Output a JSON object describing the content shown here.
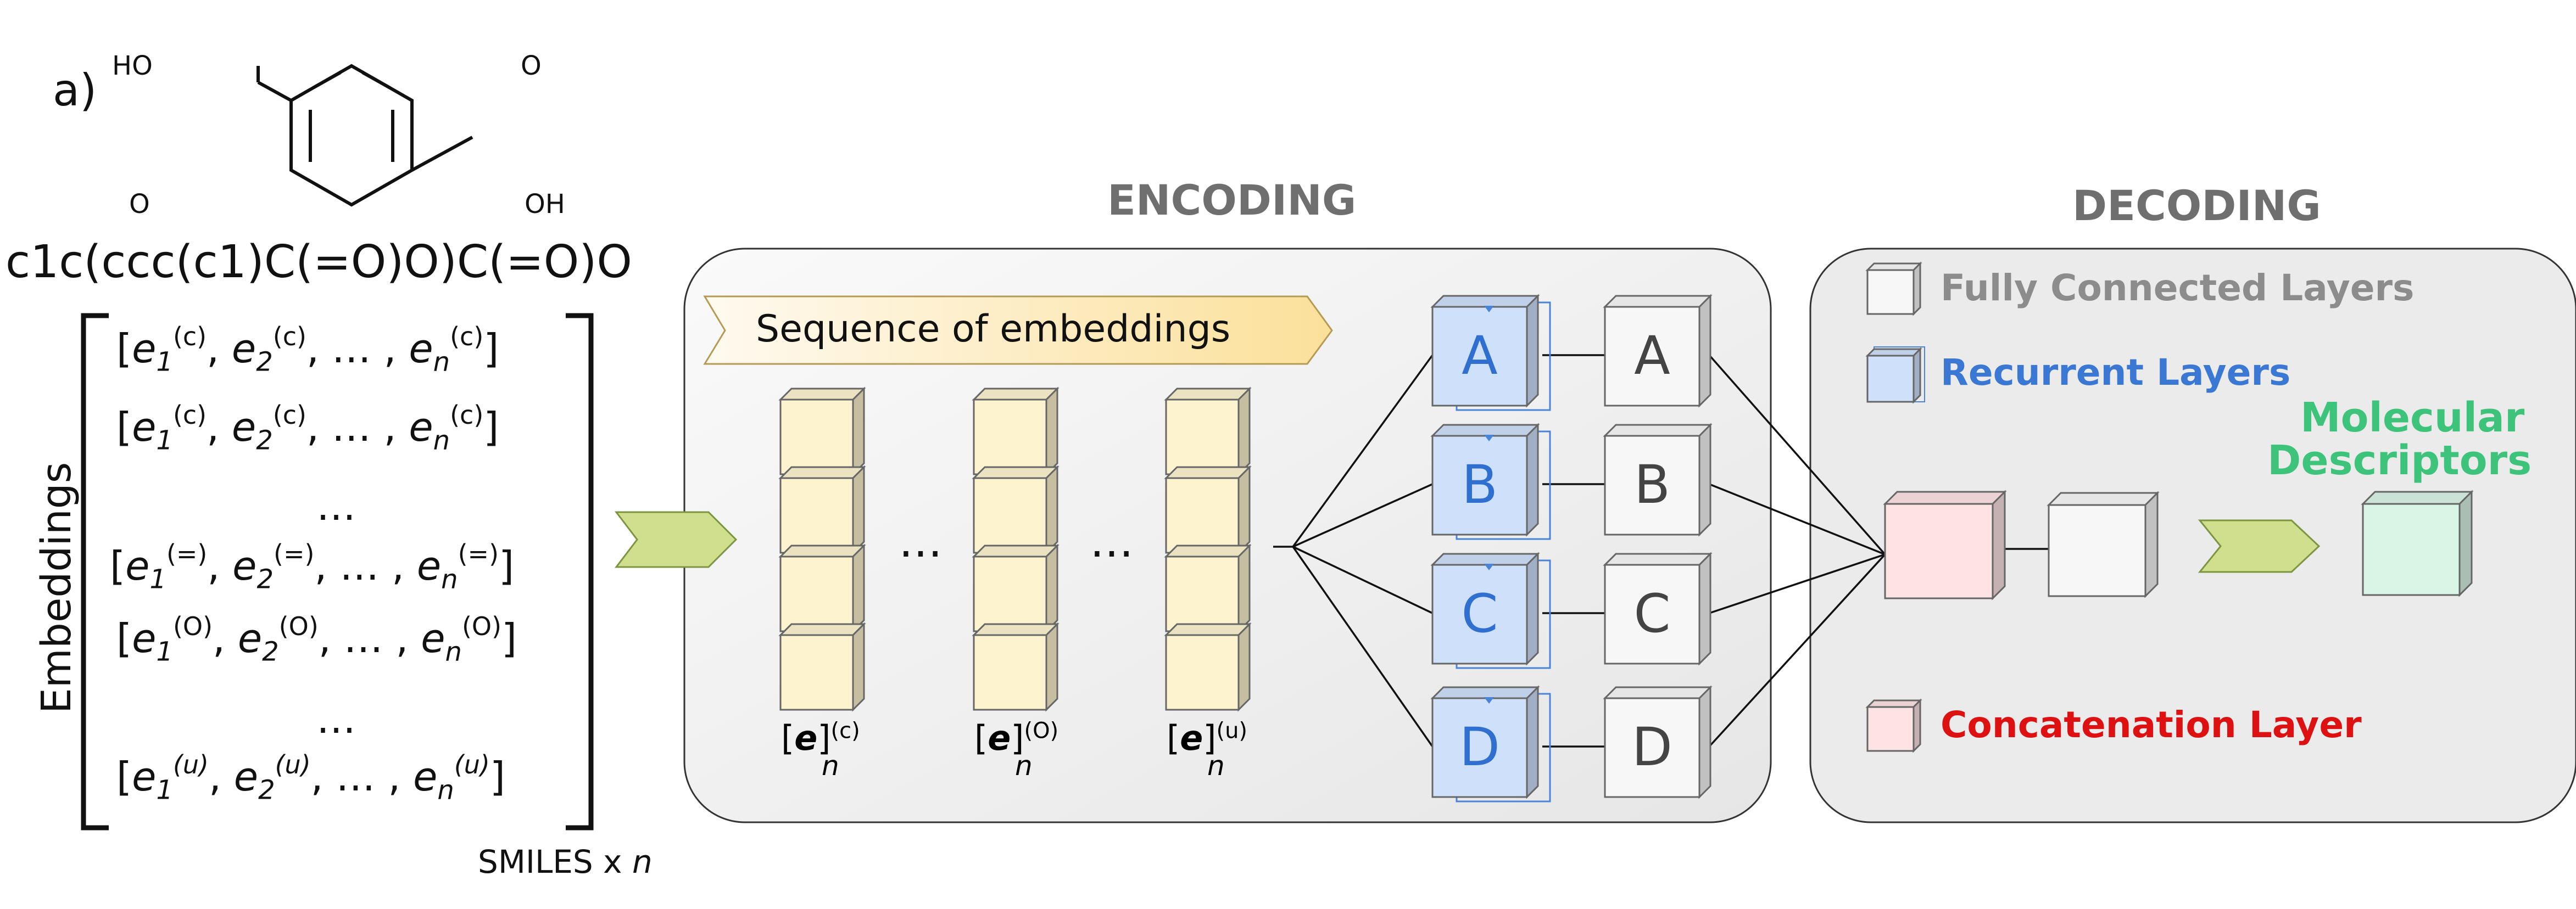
{
  "panel_label": "a)",
  "molecule": {
    "atoms": [
      "HO",
      "O",
      "O",
      "OH"
    ],
    "smiles": "c1c(ccc(c1)C(=O)O)C(=O)O"
  },
  "embeddings": {
    "side_label": "Embeddings",
    "rows": [
      {
        "tok": "c"
      },
      {
        "tok": "c"
      },
      {
        "ellipsis": "…"
      },
      {
        "tok": "="
      },
      {
        "tok": "O"
      },
      {
        "ellipsis": "…"
      },
      {
        "tok": "u",
        "italic": true
      }
    ],
    "e": "e",
    "sep": ", ",
    "dots": "…",
    "sub1": "1",
    "sub2": "2",
    "subn": "n",
    "caption_prefix": "SMILES x ",
    "caption_var": "n"
  },
  "encoding": {
    "title": "ENCODING",
    "banner": "Sequence of embeddings",
    "ellipsis": "…",
    "vectors": [
      {
        "sup": "(c)"
      },
      {
        "sup": "(O)"
      },
      {
        "sup": "(u)"
      }
    ],
    "vec_symbol": "[e]",
    "vec_sub": "n",
    "recurrent": [
      "A",
      "B",
      "C",
      "D"
    ],
    "dense": [
      "A",
      "B",
      "C",
      "D"
    ]
  },
  "decoding": {
    "title": "DECODING",
    "legend": [
      {
        "label": "Fully Connected Layers",
        "color": "#8c8c8c"
      },
      {
        "label": "Recurrent Layers",
        "color": "#3a78d4"
      },
      {
        "label": "Concatenation Layer",
        "color": "#dd1111"
      }
    ],
    "output_label_line1": "Molecular",
    "output_label_line2": "Descriptors",
    "output_color": "#3dc47a"
  },
  "colors": {
    "embedding_cube": "#fdf3cf",
    "embedding_cube_edge": "#777777",
    "recurrent_cube": "#cfe0fb",
    "recurrent_accent": "#4a84d8",
    "dense_cube": "#f7f7f7",
    "concat_cube": "#fde3e3",
    "output_cube": "#daf4e6",
    "arrow": "#d0df8d",
    "panel": "#ececec"
  }
}
